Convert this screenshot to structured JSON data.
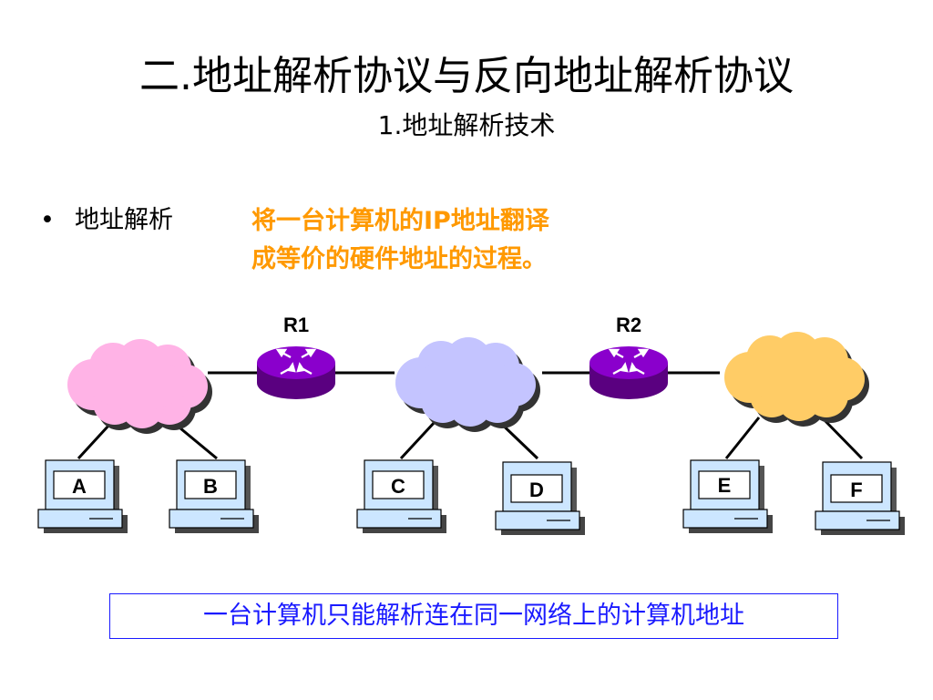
{
  "slide": {
    "title": "二.地址解析协议与反向地址解析协议",
    "subtitle": "1.地址解析技术"
  },
  "bullet": {
    "symbol": "•",
    "term": "地址解析",
    "definition_line1": "将一台计算机的IP地址翻译",
    "definition_line2": "成等价的硬件地址的过程。",
    "definition_color": "#ff9900"
  },
  "diagram": {
    "routers": [
      {
        "label": "R1",
        "icon": "router-icon",
        "color": "#8a00cc"
      },
      {
        "label": "R2",
        "icon": "router-icon",
        "color": "#8a00cc"
      }
    ],
    "networks": [
      {
        "icon": "cloud-icon",
        "color": "#ffb3e6"
      },
      {
        "icon": "cloud-icon",
        "color": "#c4c4ff"
      },
      {
        "icon": "cloud-icon",
        "color": "#ffcc66"
      }
    ],
    "computers": [
      {
        "label": "A",
        "icon": "computer-icon"
      },
      {
        "label": "B",
        "icon": "computer-icon"
      },
      {
        "label": "C",
        "icon": "computer-icon"
      },
      {
        "label": "D",
        "icon": "computer-icon"
      },
      {
        "label": "E",
        "icon": "computer-icon"
      },
      {
        "label": "F",
        "icon": "computer-icon"
      }
    ],
    "computer_color": "#cce6ff"
  },
  "note": {
    "text": "一台计算机只能解析连在同一网络上的计算机地址",
    "color": "#1a1aff"
  }
}
